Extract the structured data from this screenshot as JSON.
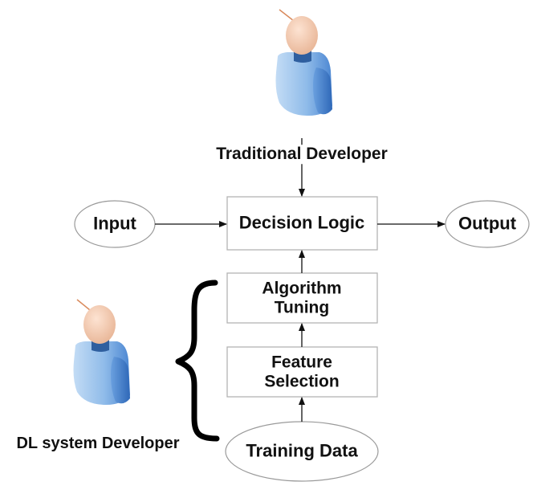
{
  "nodes": {
    "decision_logic": "Decision Logic",
    "algorithm_tuning_line1": "Algorithm",
    "algorithm_tuning_line2": "Tuning",
    "feature_selection_line1": "Feature",
    "feature_selection_line2": "Selection",
    "input": "Input",
    "output": "Output",
    "training_data": "Training Data"
  },
  "actors": {
    "traditional_developer": "Traditional Developer",
    "dl_system_developer": "DL system Developer"
  },
  "icons": {
    "traditional_developer": "person-icon",
    "dl_system_developer": "person-icon"
  },
  "colors": {
    "box_stroke": "#b4b4b4",
    "ellipse_stroke": "#9a9a9a",
    "arrow": "#111111",
    "skin": "#f2c9b1",
    "shirt_light": "#a9ccef",
    "shirt_dark": "#3d79c9",
    "collar": "#2f5f9f"
  }
}
